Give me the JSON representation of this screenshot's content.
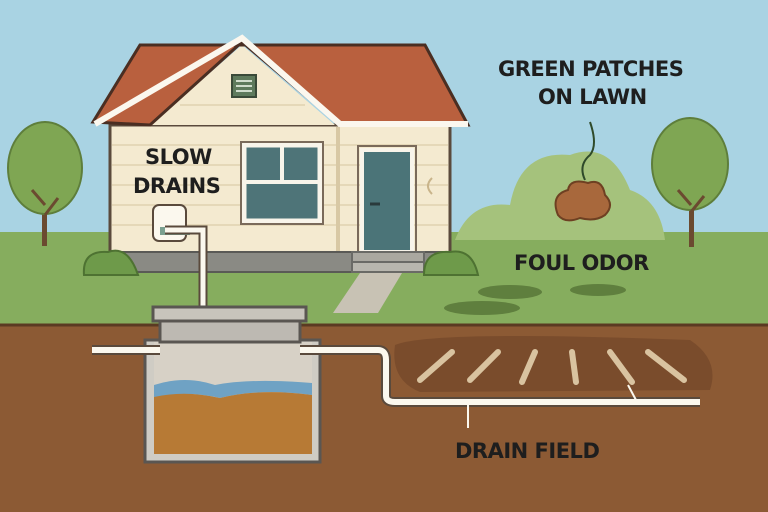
{
  "labels": {
    "slow_drains_line1": "SLOW",
    "slow_drains_line2": "DRAINS",
    "green_patches_line1": "GREEN PATCHES",
    "green_patches_line2": "ON LAWN",
    "foul_odor": "FOUL ODOR",
    "drain_field": "DRAIN FIELD"
  },
  "colors": {
    "sky": "#a9d3e3",
    "grass": "#86ad5e",
    "soil": "#8c5a34",
    "roof": "#b9603e",
    "siding": "#f4ead0",
    "door": "#4b7478",
    "water": "#6fa2c4",
    "sludge": "#b77a35"
  }
}
